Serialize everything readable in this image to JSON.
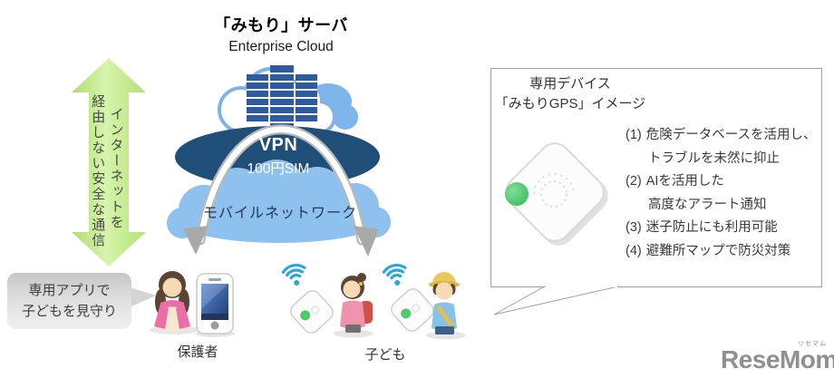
{
  "colors": {
    "arrow_green": "#bfe788",
    "vpn_navy": "#1f4e79",
    "cloud_light_blue": "#8fc1ee",
    "server_blue": "#2e5b9f",
    "navy_text": "#1f3864",
    "wifi_blue": "#29a7d6",
    "device_green": "#52c96d",
    "bubble_gray": "#d4d4d4",
    "logo_gray": "#8f8f8f"
  },
  "server": {
    "title": "「みもり」サーバ",
    "subtitle": "Enterprise Cloud"
  },
  "secure_arrow": {
    "line1": "インターネットを",
    "line2": "経由しない安全な通信"
  },
  "vpn": {
    "label": "VPN",
    "sim": "100円SIM"
  },
  "mobile_network": {
    "label": "モバイルネットワーク"
  },
  "bubble": {
    "line1": "専用アプリで",
    "line2": "子どもを見守り"
  },
  "parent_label": "保護者",
  "children_label": "子ども",
  "callout": {
    "title1": "専用デバイス",
    "title2": "「みもりGPS」イメージ",
    "features": [
      {
        "num": "(1)",
        "line1": "危険データベースを活用し、",
        "line2": "トラブルを未然に抑止"
      },
      {
        "num": "(2)",
        "line1": "AIを活用した",
        "line2": "高度なアラート通知"
      },
      {
        "num": "(3)",
        "line1": "迷子防止にも利用可能",
        "line2": ""
      },
      {
        "num": "(4)",
        "line1": "避難所マップで防災対策",
        "line2": ""
      }
    ]
  },
  "logo": {
    "text": "ReseMom.",
    "ruby": "リセマム"
  }
}
